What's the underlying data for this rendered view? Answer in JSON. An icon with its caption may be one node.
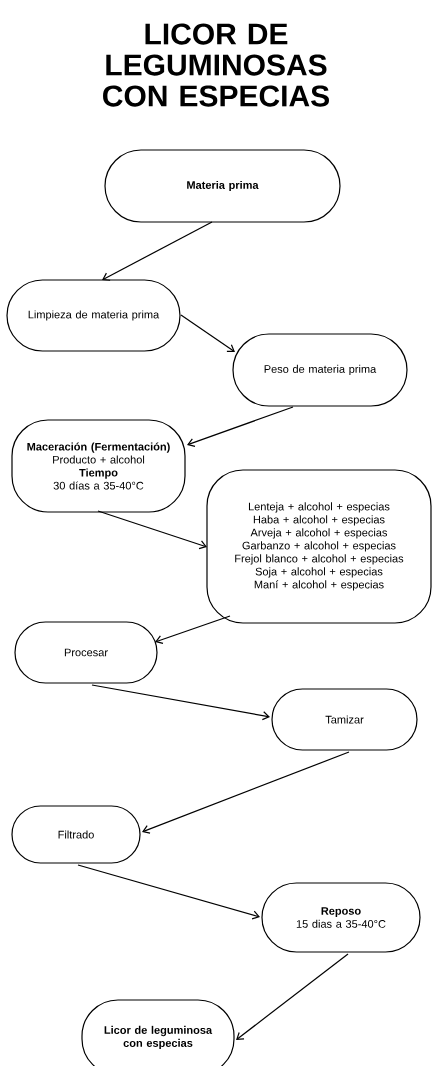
{
  "diagram": {
    "title": "LICOR DE LEGUMINOSAS CON ESPECIAS",
    "nodes": [
      {
        "text": [
          "Materia prima"
        ]
      },
      {
        "text": [
          "Limpieza de materia prima"
        ]
      },
      {
        "text": [
          "Peso de materia prima"
        ]
      },
      {
        "text": [
          "Maceración (Fermentación)",
          "Producto + alcohol",
          "Tiempo",
          "30 días a 35-40°C"
        ]
      },
      {
        "text": [
          "Lenteja + alcohol + especias",
          "Haba + alcohol + especias",
          "Arveja + alcohol + especias",
          "Garbanzo + alcohol + especias",
          "Frejol blanco + alcohol + especias",
          "Soja + alcohol + especias",
          "Maní + alcohol + especias"
        ]
      },
      {
        "text": [
          "Procesar"
        ]
      },
      {
        "text": [
          "Tamizar"
        ]
      },
      {
        "text": [
          "Filtrado"
        ]
      },
      {
        "text": [
          "Reposo",
          "15 dias a 35-40°C"
        ]
      },
      {
        "text": [
          "Licor de leguminosa con especias"
        ]
      }
    ],
    "edges": [
      {
        "from": 0,
        "to": 1,
        "arrow": "to"
      },
      {
        "from": 1,
        "to": 2,
        "arrow": "to"
      },
      {
        "from": 2,
        "to": 3,
        "arrow": "to"
      },
      {
        "from": 3,
        "to": 4,
        "arrow": "to"
      },
      {
        "from": 4,
        "to": 5,
        "arrow": "to"
      },
      {
        "from": 5,
        "to": 6,
        "arrow": "to"
      },
      {
        "from": 6,
        "to": 7,
        "arrow": "to"
      },
      {
        "from": 7,
        "to": 8,
        "arrow": "to"
      },
      {
        "from": 8,
        "to": 9,
        "arrow": "to"
      }
    ]
  }
}
